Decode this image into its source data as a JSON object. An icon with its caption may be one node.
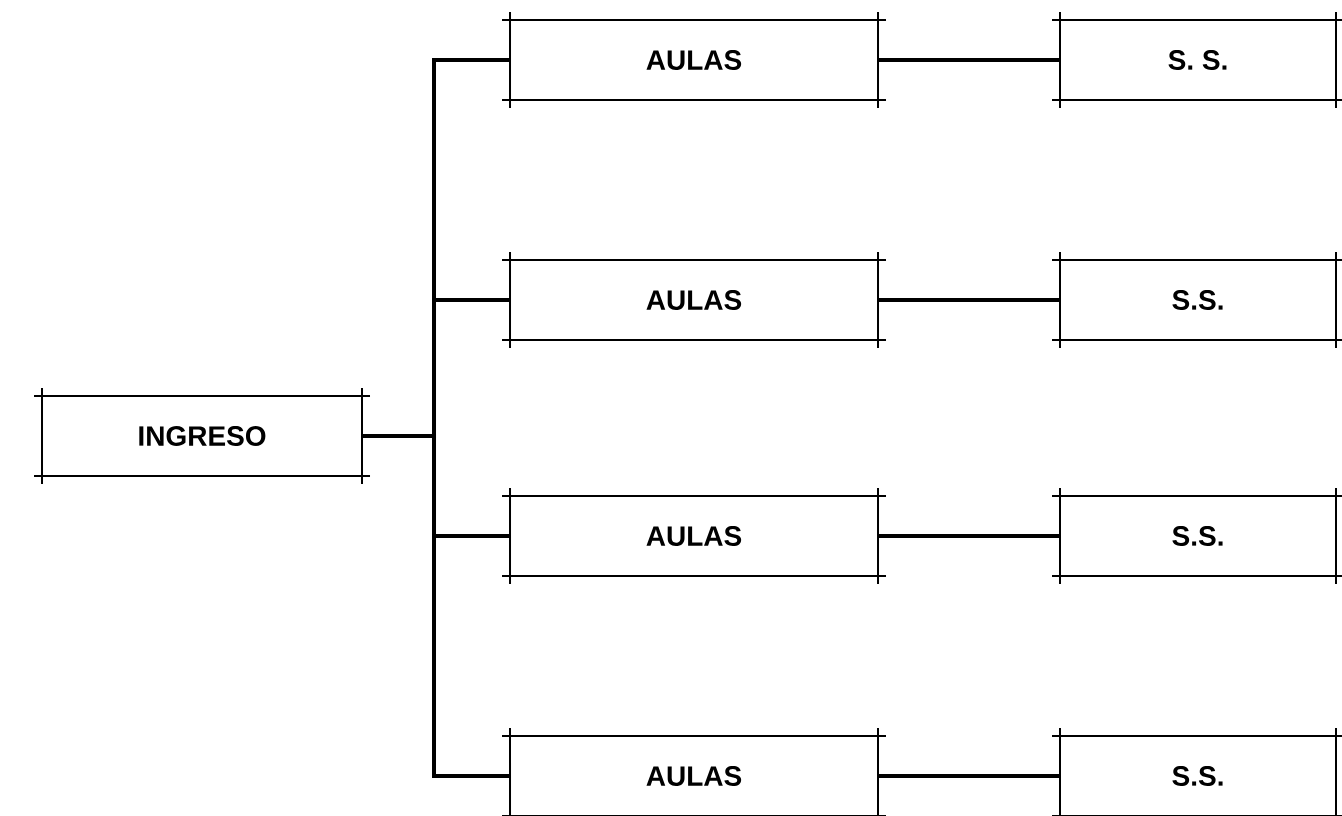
{
  "diagram": {
    "nodes": [
      {
        "text": [
          "INGRESO"
        ]
      },
      {
        "text": [
          "AULAS"
        ]
      },
      {
        "text": [
          "AULAS"
        ]
      },
      {
        "text": [
          "AULAS"
        ]
      },
      {
        "text": [
          "AULAS"
        ]
      },
      {
        "text": [
          "S. S."
        ]
      },
      {
        "text": [
          "S.S."
        ]
      },
      {
        "text": [
          "S.S."
        ]
      },
      {
        "text": [
          "S.S."
        ]
      }
    ],
    "edges": [
      {
        "from": 0,
        "to": 1,
        "arrow": "none"
      },
      {
        "from": 0,
        "to": 2,
        "arrow": "none"
      },
      {
        "from": 0,
        "to": 3,
        "arrow": "none"
      },
      {
        "from": 0,
        "to": 4,
        "arrow": "none"
      },
      {
        "from": 1,
        "to": 5,
        "arrow": "none"
      },
      {
        "from": 2,
        "to": 6,
        "arrow": "none"
      },
      {
        "from": 3,
        "to": 7,
        "arrow": "none"
      },
      {
        "from": 4,
        "to": 8,
        "arrow": "none"
      }
    ]
  }
}
